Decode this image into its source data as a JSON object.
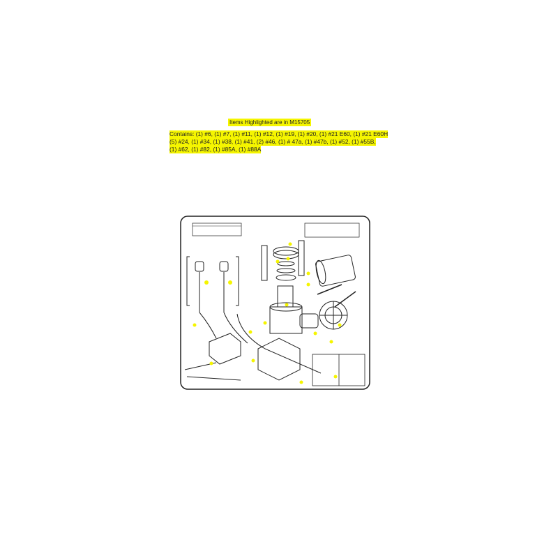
{
  "header": {
    "title": "Items Highlighted are in M15705",
    "contents_lines": [
      "Contains: (1) #6, (1) #7, (1) #11, (1) #12, (1) #19, (1) #20, (1) #21 E60, (1) #21 E60H",
      "(5) #24, (1) #34, (1) #38, (1) #41, (2) #46, (1) # 47a, (1) #47b, (1) #52, (1) #55B,",
      "(1) #62, (1) #82, (1) #85A, (1) #88A"
    ]
  },
  "diagram": {
    "highlight_color": "#f5f500",
    "line_color": "#222222"
  }
}
